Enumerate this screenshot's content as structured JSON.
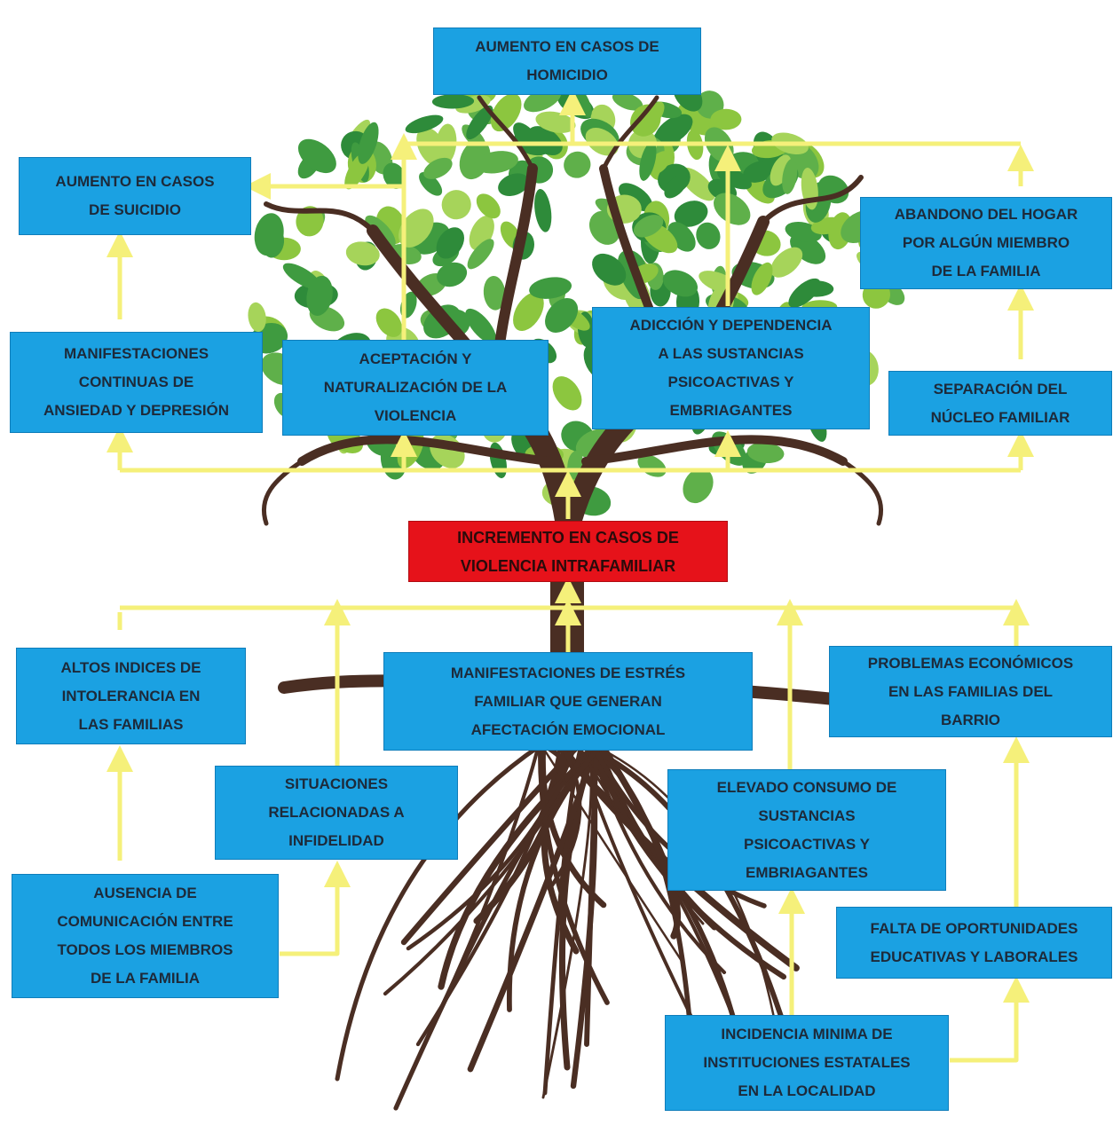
{
  "diagram": {
    "effects": {
      "homicidio": "AUMENTO EN CASOS DE\nHOMICIDIO",
      "suicidio": "AUMENTO EN CASOS\nDE SUICIDIO",
      "abandono": "ABANDONO DEL HOGAR\nPOR ALGÚN MIEMBRO\nDE LA FAMILIA",
      "ansiedad": "MANIFESTACIONES\nCONTINUAS DE\nANSIEDAD Y DEPRESIÓN",
      "aceptacion": "ACEPTACIÓN Y\nNATURALIZACIÓN DE LA\nVIOLENCIA",
      "adiccion": "ADICCIÓN Y DEPENDENCIA\nA LAS SUSTANCIAS\nPSICOACTIVAS Y\nEMBRIAGANTES",
      "separacion": "SEPARACIÓN DEL\nNÚCLEO FAMILIAR"
    },
    "core_problem": "INCREMENTO EN CASOS DE\nVIOLENCIA INTRAFAMILIAR",
    "causes": {
      "intolerancia": "ALTOS INDICES DE\nINTOLERANCIA EN\nLAS FAMILIAS",
      "estres": "MANIFESTACIONES DE ESTRÉS\nFAMILIAR QUE GENERAN\nAFECTACIÓN EMOCIONAL",
      "economicos": "PROBLEMAS ECONÓMICOS\nEN LAS FAMILIAS DEL\nBARRIO",
      "infidelidad": "SITUACIONES\nRELACIONADAS A\nINFIDELIDAD",
      "consumo": "ELEVADO CONSUMO DE\nSUSTANCIAS\nPSICOACTIVAS Y\nEMBRIAGANTES",
      "comunicacion": "AUSENCIA DE\nCOMUNICACIÓN ENTRE\nTODOS LOS MIEMBROS\nDE LA FAMILIA",
      "oportunidades": "FALTA DE OPORTUNIDADES\nEDUCATIVAS Y LABORALES",
      "instituciones": "INCIDENCIA MINIMA DE\nINSTITUCIONES ESTATALES\nEN LA LOCALIDAD"
    },
    "colors": {
      "box": "#1ba1e2",
      "core": "#e6121a",
      "arrow": "#f5f07a",
      "trunk": "#4a2e23",
      "leaf_dark": "#2e8b3a",
      "leaf_light": "#8cc63f"
    }
  }
}
